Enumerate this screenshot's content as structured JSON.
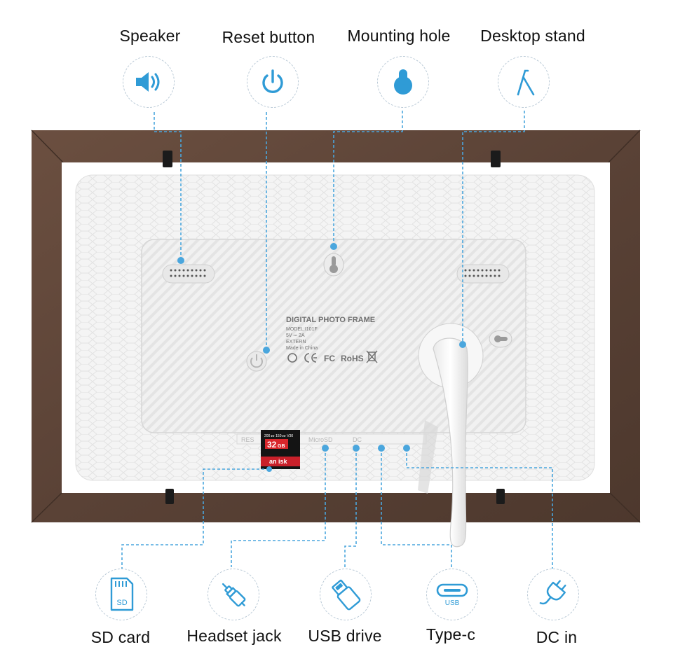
{
  "features_top": [
    {
      "label": "Speaker",
      "icon": "speaker-icon"
    },
    {
      "label": "Reset button",
      "icon": "power-icon"
    },
    {
      "label": "Mounting hole",
      "icon": "mounting-hole-icon"
    },
    {
      "label": "Desktop stand",
      "icon": "stand-icon"
    }
  ],
  "features_bottom": [
    {
      "label": "SD card",
      "icon": "sd-card-icon",
      "icon_text": "SD"
    },
    {
      "label": "Headset jack",
      "icon": "headset-jack-icon"
    },
    {
      "label": "USB drive",
      "icon": "usb-drive-icon"
    },
    {
      "label": "Type-c",
      "icon": "usb-c-icon",
      "icon_text": "USB"
    },
    {
      "label": "DC in",
      "icon": "power-plug-icon"
    }
  ],
  "label_panel": {
    "title": "DIGITAL PHOTO FRAME",
    "model": "MODEL:I101F",
    "rating": "5V ⎓ 2A",
    "extern": "EXTERN",
    "origin": "Made in China",
    "rohs": "RoHS"
  },
  "sd_card": {
    "capacity": "32",
    "unit": "GB",
    "brand": "an isk"
  },
  "port_labels": {
    "sd": "RES",
    "micro": "MicroSD",
    "dc": "DC"
  },
  "colors": {
    "accent": "#2f9bd6",
    "frame_wood": "#5e4538",
    "panel": "#f3f3f3",
    "dashed_line": "#4aa6dd"
  }
}
